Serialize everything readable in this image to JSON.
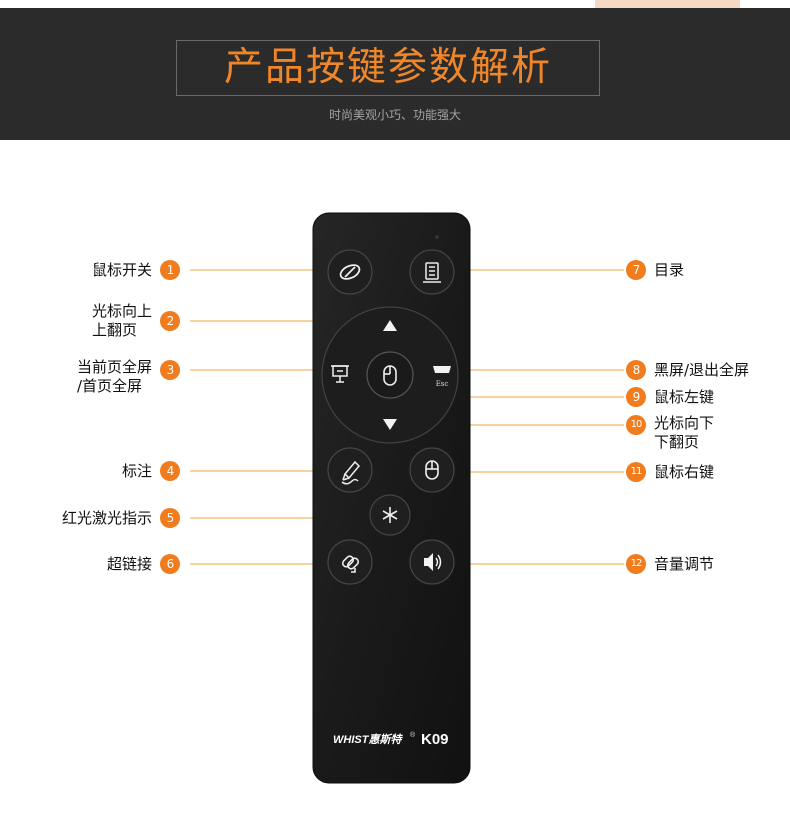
{
  "header": {
    "title": "产品按键参数解析",
    "subtitle": "时尚美观小巧、功能强大"
  },
  "callouts": [
    {
      "number": "1",
      "text": [
        "鼠标开关"
      ]
    },
    {
      "number": "2",
      "text": [
        "光标向上",
        "上翻页"
      ]
    },
    {
      "number": "3",
      "text": [
        "当前页全屏",
        "/首页全屏"
      ]
    },
    {
      "number": "4",
      "text": [
        "标注"
      ]
    },
    {
      "number": "5",
      "text": [
        "红光激光指示"
      ]
    },
    {
      "number": "6",
      "text": [
        "超链接"
      ]
    },
    {
      "number": "7",
      "text": [
        "目录"
      ]
    },
    {
      "number": "8",
      "text": [
        "黑屏/退出全屏"
      ]
    },
    {
      "number": "9",
      "text": [
        "鼠标左键"
      ]
    },
    {
      "number": "10",
      "text": [
        "光标向下",
        "下翻页"
      ]
    },
    {
      "number": "11",
      "text": [
        "鼠标右键"
      ]
    },
    {
      "number": "12",
      "text": [
        "音量调节"
      ]
    }
  ],
  "remote": {
    "brand": "WHIST惠斯特",
    "registered_mark": "®",
    "model": "K09",
    "esc_key_label": "Esc",
    "button_icons": [
      "mouse-toggle-icon",
      "menu-list-icon",
      "up-arrow-icon",
      "presentation-icon",
      "esc-blackscreen-icon",
      "mouse-icon",
      "down-arrow-icon",
      "pen-annotate-icon",
      "mouse-right-icon",
      "laser-asterisk-icon",
      "link-icon",
      "speaker-volume-icon"
    ]
  },
  "colors": {
    "accent": "#f07c1e",
    "title": "#f0862a",
    "banner_bg": "#2b2b2b",
    "leader_line": "#f0a53c",
    "remote_body": "#1a1a1a"
  }
}
